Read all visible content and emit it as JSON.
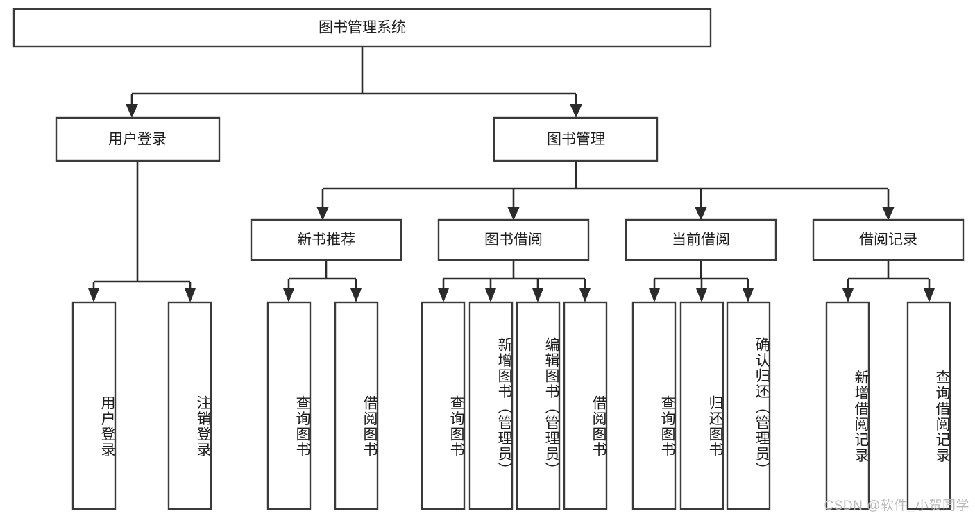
{
  "diagram": {
    "title": "图书管理系统",
    "type": "tree-hierarchy",
    "watermark": "CSDN @软件_小贺同学",
    "colors": {
      "box_stroke": "#3a3a3a",
      "connector": "#2b2b2b",
      "background": "#ffffff",
      "text": "#1d1d1d",
      "watermark": "#b9b9b9"
    },
    "root": {
      "label": "图书管理系统"
    },
    "level2": [
      {
        "label": "用户登录"
      },
      {
        "label": "图书管理"
      }
    ],
    "level3": [
      {
        "label": "新书推荐"
      },
      {
        "label": "图书借阅"
      },
      {
        "label": "当前借阅"
      },
      {
        "label": "借阅记录"
      }
    ],
    "leaves": {
      "user_login": [
        {
          "label": "用户登录"
        },
        {
          "label": "注销登录"
        }
      ],
      "new_book_recommend": [
        {
          "label": "查询图书"
        },
        {
          "label": "借阅图书"
        }
      ],
      "book_borrow": [
        {
          "label": "查询图书"
        },
        {
          "label": "新增图书（管理员）"
        },
        {
          "label": "编辑图书（管理员）"
        },
        {
          "label": "借阅图书"
        }
      ],
      "current_borrow": [
        {
          "label": "查询图书"
        },
        {
          "label": "归还图书"
        },
        {
          "label": "确认归还（管理员）"
        }
      ],
      "borrow_record": [
        {
          "label": "新增借阅记录"
        },
        {
          "label": "查询借阅记录"
        }
      ]
    }
  }
}
